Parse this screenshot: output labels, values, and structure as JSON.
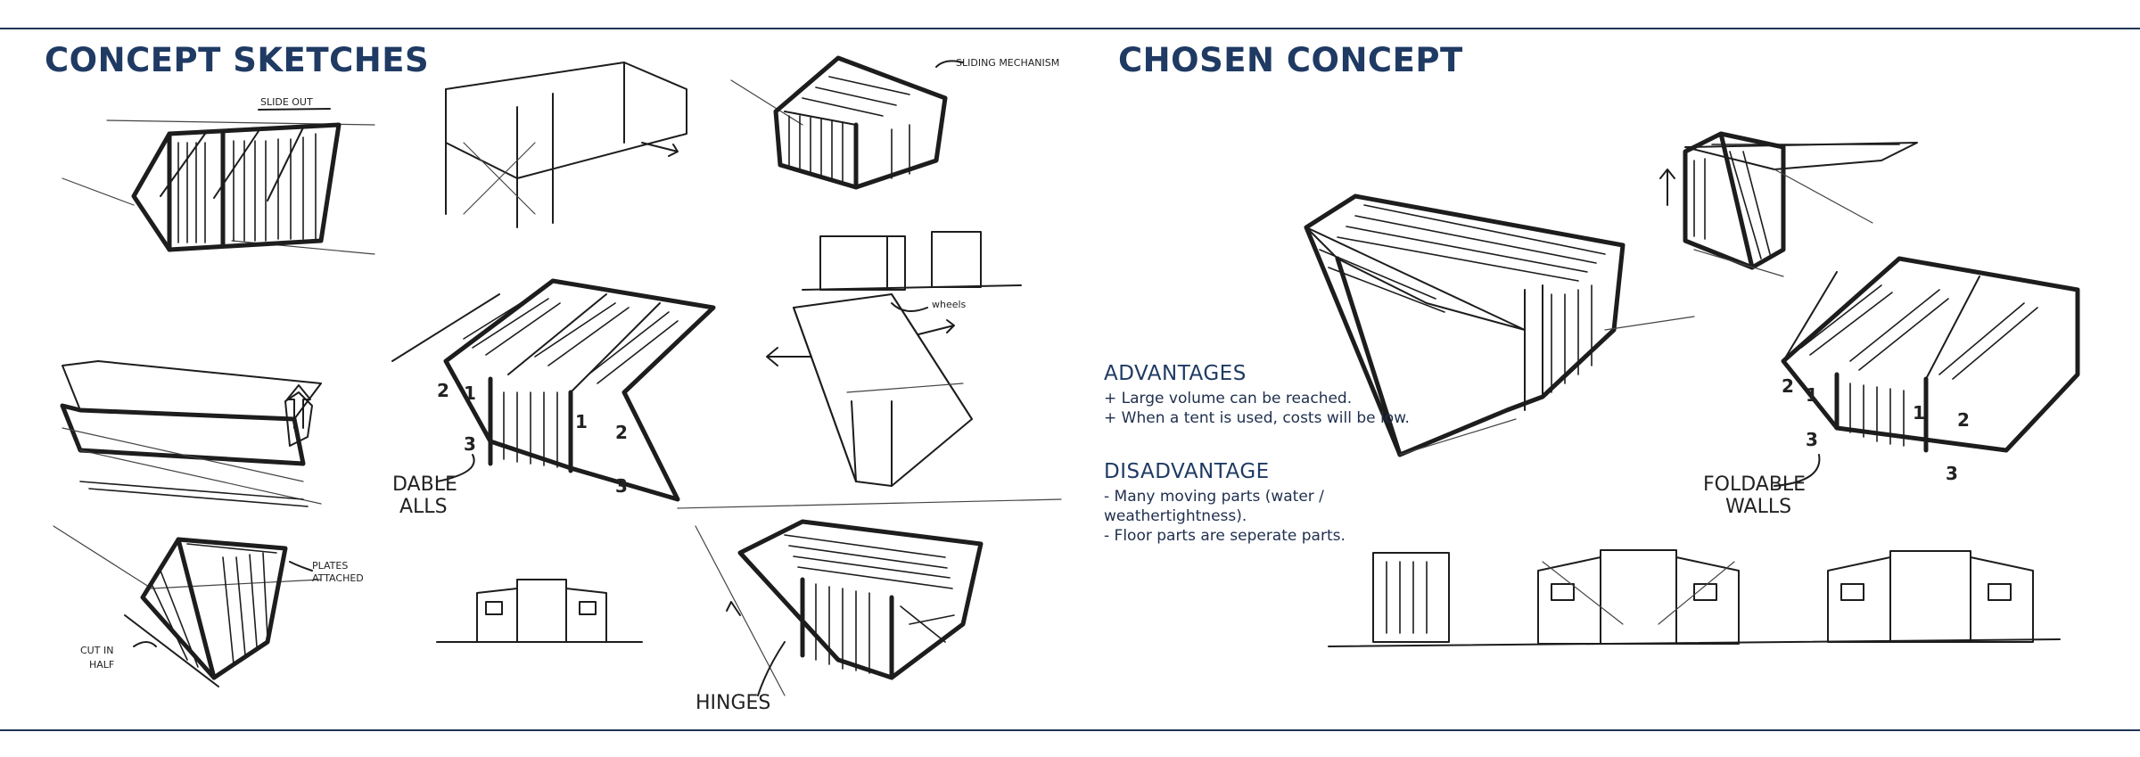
{
  "headings": {
    "left": "CONCEPT SKETCHES",
    "right": "CHOSEN CONCEPT"
  },
  "advantages": {
    "title": "ADVANTAGES",
    "items": [
      "+ Large volume can be reached.",
      "+ When a tent is used, costs will be low."
    ]
  },
  "disadvantage": {
    "title": "DISADVANTAGE",
    "lines": [
      "- Many moving parts (water /",
      "weathertightness).",
      "- Floor parts are seperate parts."
    ]
  },
  "sketch_notes": {
    "slide_out": "SLIDE OUT",
    "sliding_mechanism": "SLIDING MECHANISM",
    "wheels": "wheels",
    "plates_attached_1": "PLATES",
    "plates_attached_2": "ATTACHED",
    "cut_in_half_1": "CUT IN",
    "cut_in_half_2": "HALF",
    "foldable_walls_left_1": "DABLE",
    "foldable_walls_left_2": "ALLS",
    "hinges": "HINGES",
    "foldable_walls_right_1": "FOLDABLE",
    "foldable_walls_right_2": "WALLS",
    "n1": "1",
    "n2": "2",
    "n3": "3"
  }
}
